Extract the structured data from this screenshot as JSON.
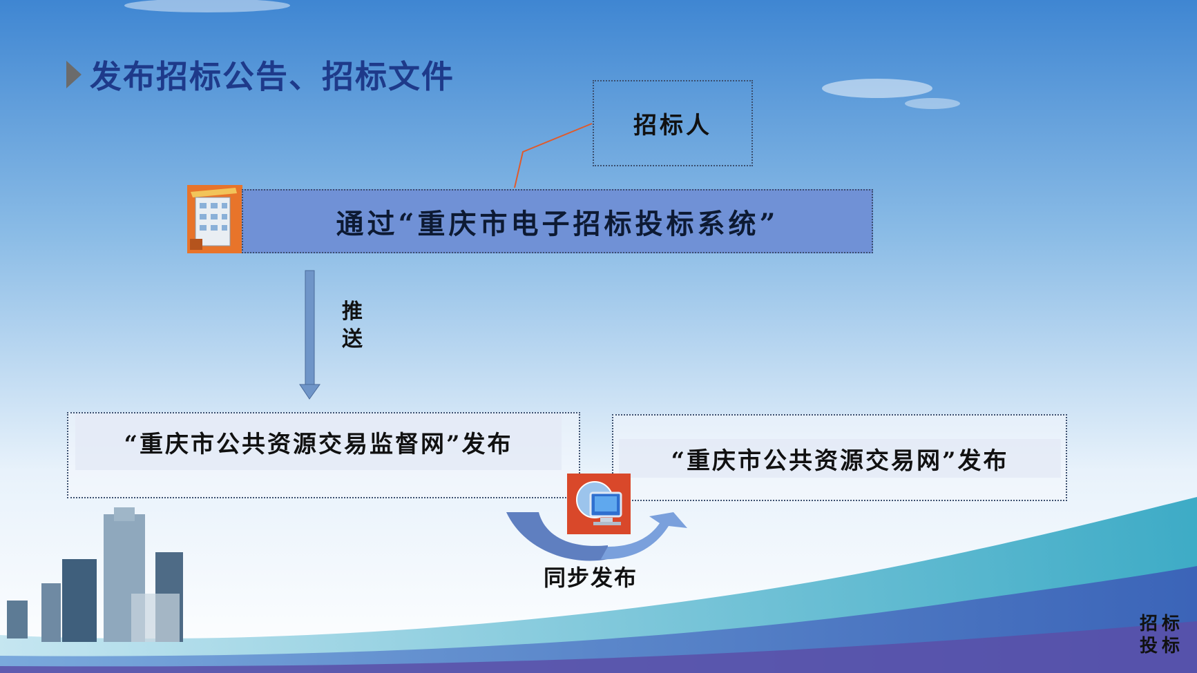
{
  "title": "发布招标公告、招标文件",
  "tenderer": "招标人",
  "system": "通过“重庆市电子招标投标系统”",
  "push_label": "推送",
  "publish_left": "“重庆市公共资源交易监督网”发布",
  "publish_right": "“重庆市公共资源交易网”发布",
  "sync_label": "同步发布",
  "footer_label": "招标投标",
  "icons": {
    "building": "building-icon",
    "computer": "computer-icon"
  },
  "colors": {
    "title": "#1e3a8a",
    "system_box": "#7091d6",
    "arrow": "#6f95c8",
    "connector": "#e05a2a"
  }
}
